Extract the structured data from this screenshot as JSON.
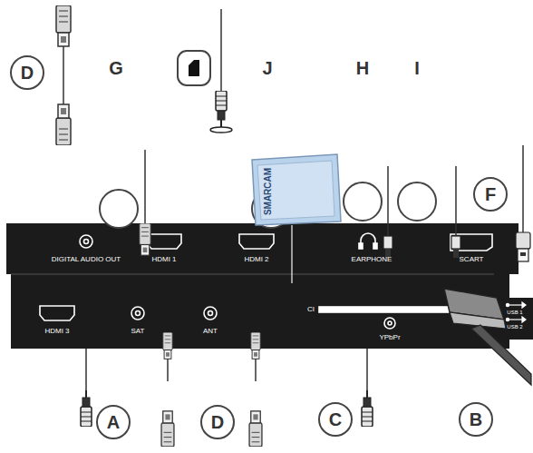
{
  "diagram": {
    "nodes": [
      {
        "text": [
          "D"
        ]
      },
      {
        "text": [
          "F"
        ]
      },
      {
        "text": [
          "A"
        ]
      },
      {
        "text": [
          "D"
        ]
      },
      {
        "text": [
          "C"
        ]
      },
      {
        "text": [
          "B"
        ]
      }
    ],
    "labels": [
      "G",
      "J",
      "H",
      "I",
      "DIGITAL AUDIO OUT",
      "HDMI 1",
      "HDMI 2",
      "EARPHONE",
      "SCART",
      "SMARCAM",
      "HDMI 3",
      "SAT",
      "ANT",
      "CI",
      "YPbPr",
      "USB 1",
      "USB 2"
    ]
  }
}
